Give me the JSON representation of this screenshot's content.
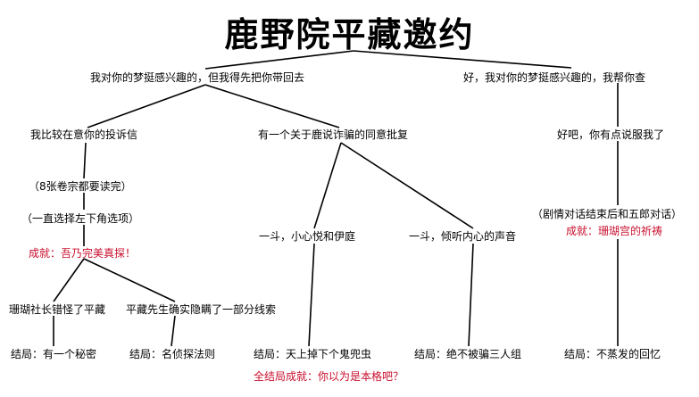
{
  "title": "鹿野院平藏邀约",
  "options": {
    "top_left": "我对你的梦挺感兴趣的，但我得先把你带回去",
    "top_right": "好，我对你的梦挺感兴趣的，我帮你查",
    "compare": "我比较在意你的投诉信",
    "approval": "有一个关于鹿说诈骗的同意批复",
    "fine": "好吧，你有点说服我了",
    "read_all": "（8张卷宗都要读完）",
    "choose_bottom_left": "（一直选择左下角选项）",
    "after_dialogue": "（剧情对话结束后和五郎对话）",
    "dou_yihe": "一斗，小心悦和伊庭",
    "dou_listen": "一斗，倾听内心的声音",
    "coral_chief": "珊瑚社长错怪了平藏",
    "heizou_hid": "平藏先生确实隐瞒了一部分线索"
  },
  "achievements": {
    "detective": "成就：吾乃完美真探！",
    "prayer": "成就：珊瑚宫的祈祷",
    "all_endings": "全结局成就：你以为是本格吧？"
  },
  "endings": {
    "secret": "结局：有一个秘密",
    "rules": "结局：名侦探法则",
    "ghost": "结局：天上掉下个鬼兜虫",
    "trio": "结局：绝不被骗三人组",
    "memory": "结局：不蒸发的回忆"
  }
}
